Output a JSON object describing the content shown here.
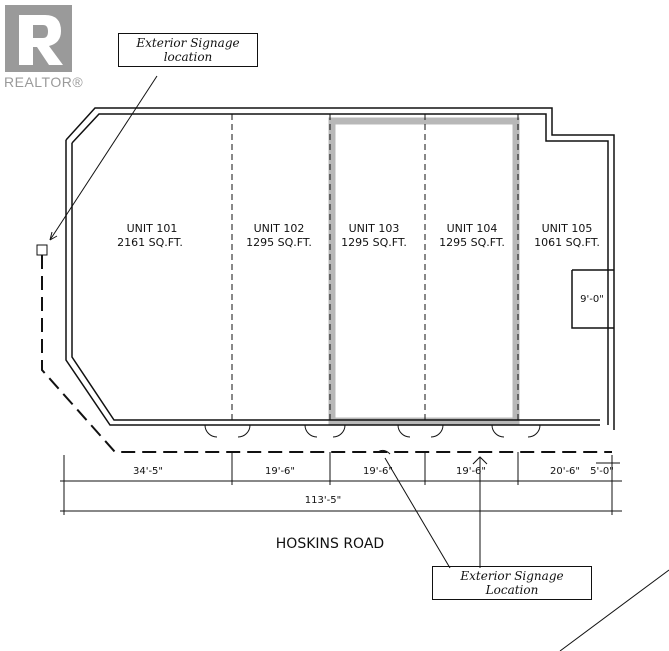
{
  "logo": {
    "text": "REALTOR®"
  },
  "notes": {
    "top": [
      "Exterior Signage",
      "location"
    ],
    "bottom": [
      "Exterior Signage",
      "Location"
    ]
  },
  "units": [
    {
      "name": "UNIT 101",
      "area": "2161 SQ.FT."
    },
    {
      "name": "UNIT 102",
      "area": "1295 SQ.FT."
    },
    {
      "name": "UNIT 103",
      "area": "1295 SQ.FT."
    },
    {
      "name": "UNIT 104",
      "area": "1295 SQ.FT."
    },
    {
      "name": "UNIT 105",
      "area": "1061 SQ.FT."
    }
  ],
  "dimensions": {
    "segments": [
      "34'-5\"",
      "19'-6\"",
      "19'-6\"",
      "19'-6\"",
      "20'-6\"",
      "5'-0\""
    ],
    "total": "113'-5\"",
    "notch": "9'-0\""
  },
  "road": "HOSKINS ROAD",
  "colors": {
    "highlight": "#b8b8b8",
    "ink": "#111111"
  }
}
